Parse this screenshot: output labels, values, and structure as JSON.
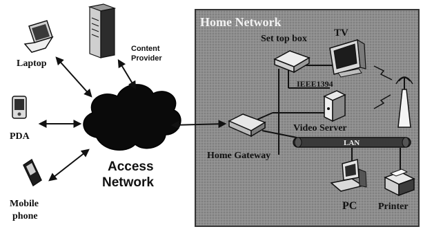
{
  "home_network": {
    "title": "Home Network",
    "devices": {
      "set_top_box": "Set top box",
      "tv": "TV",
      "ieee1394": "IEEE1394",
      "video_server": "Video Server",
      "home_gateway": "Home Gateway",
      "lan": "LAN",
      "pc": "PC",
      "printer": "Printer"
    }
  },
  "external": {
    "content_provider_line1": "Content",
    "content_provider_line2": "Provider",
    "laptop": "Laptop",
    "pda": "PDA",
    "mobile_line1": "Mobile",
    "mobile_line2": "phone",
    "access_line1": "Access",
    "access_line2": "Network"
  },
  "colors": {
    "home_panel": "#8c8c8c",
    "cloud": "#0a0a0a",
    "device_light": "#e8e8e8",
    "device_dark": "#2a2a2a"
  }
}
